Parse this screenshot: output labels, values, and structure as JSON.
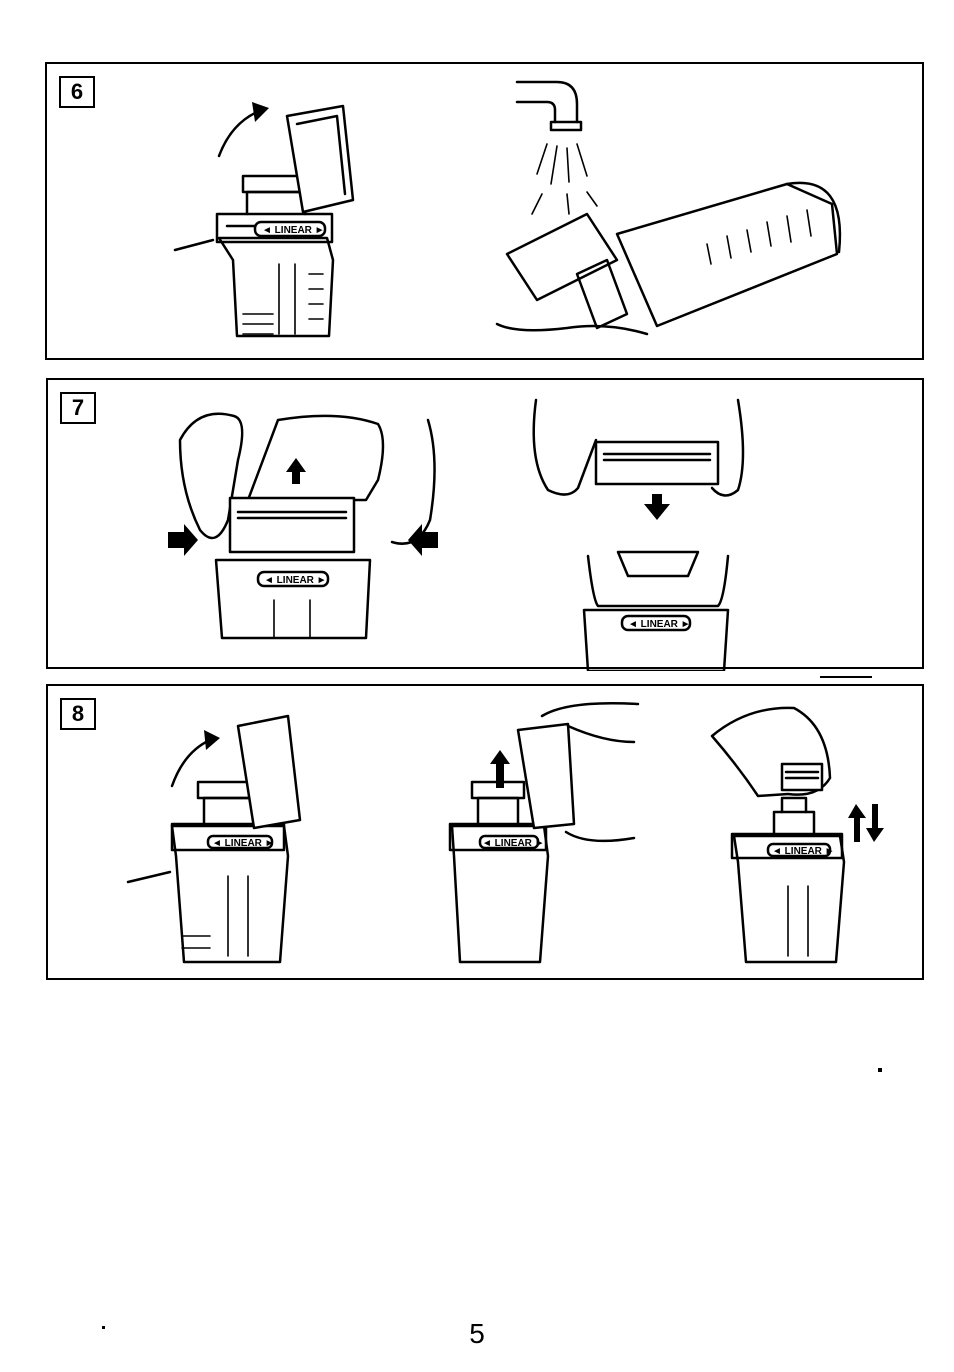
{
  "steps": [
    {
      "number": "6"
    },
    {
      "number": "7"
    },
    {
      "number": "8"
    }
  ],
  "brand_label": "◄ LINEAR ►",
  "page_number": "5",
  "icons": [
    "arrow-icon",
    "water-tap-icon",
    "hand-icon",
    "shaver-icon"
  ]
}
